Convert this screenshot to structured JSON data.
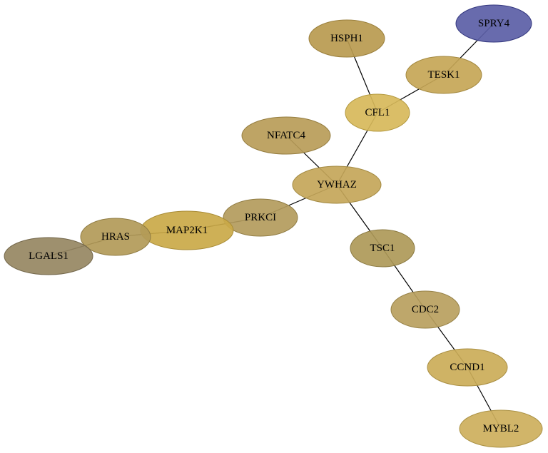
{
  "graph": {
    "nodes": [
      {
        "id": "SPRY4",
        "label": "SPRY4",
        "fill": "#5b5ea6",
        "stroke": "#34387f"
      },
      {
        "id": "HSPH1",
        "label": "HSPH1",
        "fill": "#b89a4f",
        "stroke": "#9a7f3c"
      },
      {
        "id": "TESK1",
        "label": "TESK1",
        "fill": "#c5a656",
        "stroke": "#a48940"
      },
      {
        "id": "CFL1",
        "label": "CFL1",
        "fill": "#d7b95a",
        "stroke": "#b49a40"
      },
      {
        "id": "NFATC4",
        "label": "NFATC4",
        "fill": "#b89c58",
        "stroke": "#957d40"
      },
      {
        "id": "YWHAZ",
        "label": "YWHAZ",
        "fill": "#c4a659",
        "stroke": "#a38a42"
      },
      {
        "id": "PRKCI",
        "label": "PRKCI",
        "fill": "#b39b5c",
        "stroke": "#907c44"
      },
      {
        "id": "MAP2K1",
        "label": "MAP2K1",
        "fill": "#caa948",
        "stroke": "#a88b35"
      },
      {
        "id": "HRAS",
        "label": "HRAS",
        "fill": "#b29a58",
        "stroke": "#8f7b42"
      },
      {
        "id": "LGALS1",
        "label": "LGALS1",
        "fill": "#968762",
        "stroke": "#72664a"
      },
      {
        "id": "TSC1",
        "label": "TSC1",
        "fill": "#ae9958",
        "stroke": "#8b7a42"
      },
      {
        "id": "CDC2",
        "label": "CDC2",
        "fill": "#b9a05e",
        "stroke": "#968146"
      },
      {
        "id": "CCND1",
        "label": "CCND1",
        "fill": "#cbac58",
        "stroke": "#a98e42"
      },
      {
        "id": "MYBL2",
        "label": "MYBL2",
        "fill": "#cdaf5c",
        "stroke": "#ab9245"
      }
    ],
    "edges": [
      {
        "source": "SPRY4",
        "target": "TESK1"
      },
      {
        "source": "HSPH1",
        "target": "CFL1"
      },
      {
        "source": "TESK1",
        "target": "CFL1"
      },
      {
        "source": "CFL1",
        "target": "YWHAZ"
      },
      {
        "source": "NFATC4",
        "target": "YWHAZ"
      },
      {
        "source": "YWHAZ",
        "target": "PRKCI"
      },
      {
        "source": "YWHAZ",
        "target": "TSC1"
      },
      {
        "source": "PRKCI",
        "target": "MAP2K1"
      },
      {
        "source": "MAP2K1",
        "target": "HRAS"
      },
      {
        "source": "HRAS",
        "target": "LGALS1"
      },
      {
        "source": "TSC1",
        "target": "CDC2"
      },
      {
        "source": "CDC2",
        "target": "CCND1"
      },
      {
        "source": "CCND1",
        "target": "MYBL2"
      }
    ]
  }
}
